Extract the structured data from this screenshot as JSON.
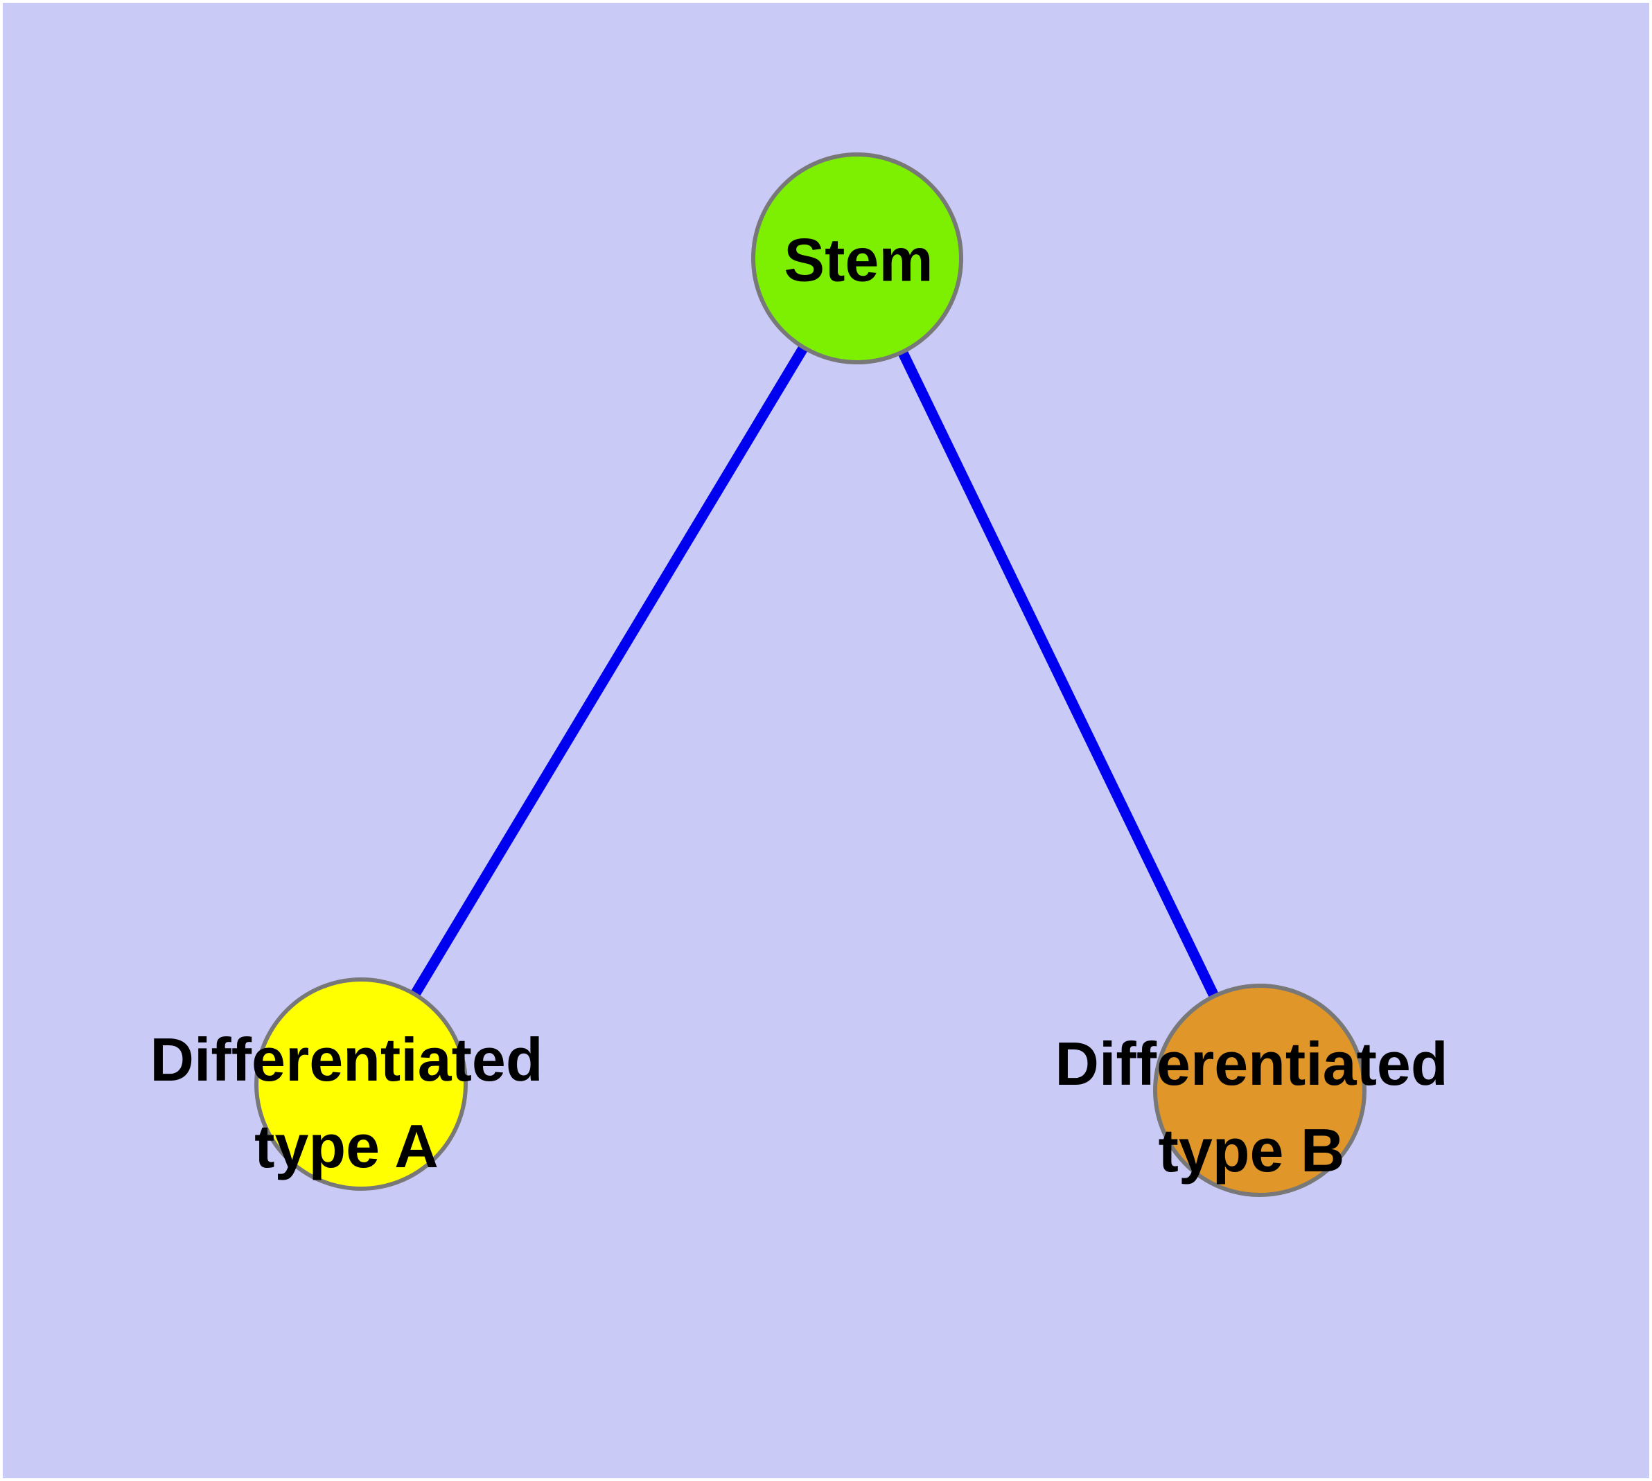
{
  "diagram": {
    "kind": "node-link graph",
    "description": "Stem cell differentiation diagram: one stem node connected to two differentiated cell type nodes",
    "colors": {
      "background": "#cacaf6",
      "frame": "#ffffff",
      "edge": "#0000f0",
      "node_border": "#787878",
      "label_text": "#000000"
    },
    "nodes": [
      {
        "id": "stem",
        "lines": [
          "Stem"
        ],
        "fill": "#7cf000"
      },
      {
        "id": "type-a",
        "lines": [
          "Differentiated",
          "type A"
        ],
        "fill": "#ffff00"
      },
      {
        "id": "type-b",
        "lines": [
          "Differentiated",
          "type B"
        ],
        "fill": "#e09628"
      }
    ],
    "edges": [
      {
        "from": "stem",
        "to": "type-a"
      },
      {
        "from": "stem",
        "to": "type-b"
      }
    ]
  }
}
